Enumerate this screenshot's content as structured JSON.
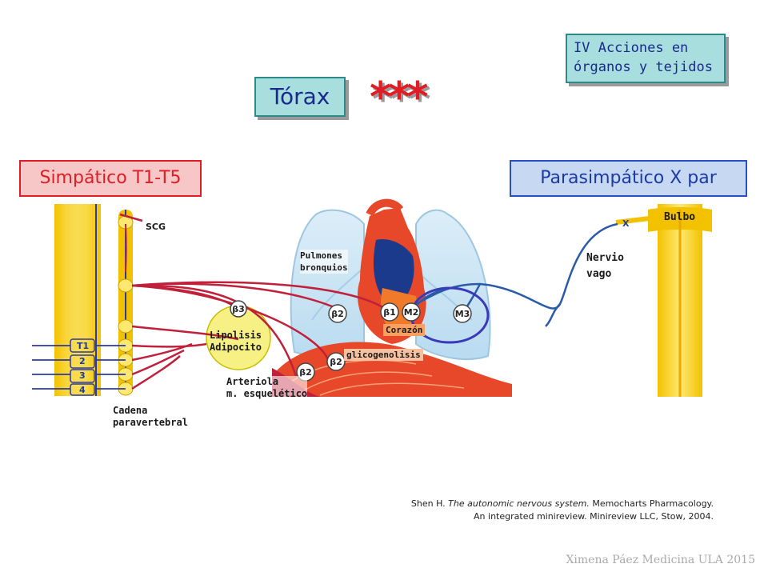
{
  "header": {
    "section_box": "IV Acciones en\nórganos y tejidos",
    "title": "Tórax",
    "stars": "***"
  },
  "sympathetic": {
    "title": "Simpático T1-T5"
  },
  "parasympathetic": {
    "title": "Parasimpático X par"
  },
  "labels": {
    "scg": "SCG",
    "t1": "T1",
    "t2": "2",
    "t3": "3",
    "t4": "4",
    "cadena": "Cadena\nparavertebral",
    "lipolisis": "Lipolisis\nAdipocito",
    "arteriola": "Arteriola\nm. esquelético",
    "pulmones": "Pulmones\nbronquios",
    "corazon": "Corazón",
    "glicogenolisis": "glicogenolisis",
    "bulbo": "Bulbo",
    "nervio": "Nervio\nvago",
    "x": "X"
  },
  "receptors": {
    "b3": "β3",
    "b2_lung": "β2",
    "b1": "β1",
    "m2": "M2",
    "m3": "M3",
    "b2_liver": "β2",
    "b2_muscle": "β2"
  },
  "citation": {
    "author": "Shen H. ",
    "work": "The autonomic nervous system.",
    "rest1": " Memocharts Pharmacology.",
    "line2": "An integrated minireview. Minireview LLC, Stow, 2004."
  },
  "footer": "Ximena Páez Medicina ULA 2015",
  "colors": {
    "sympathetic": "#e01c24",
    "parasympathetic": "#2a4fc0",
    "nerve_red": "#c0203a",
    "vagus_blue": "#2a5aa8"
  }
}
